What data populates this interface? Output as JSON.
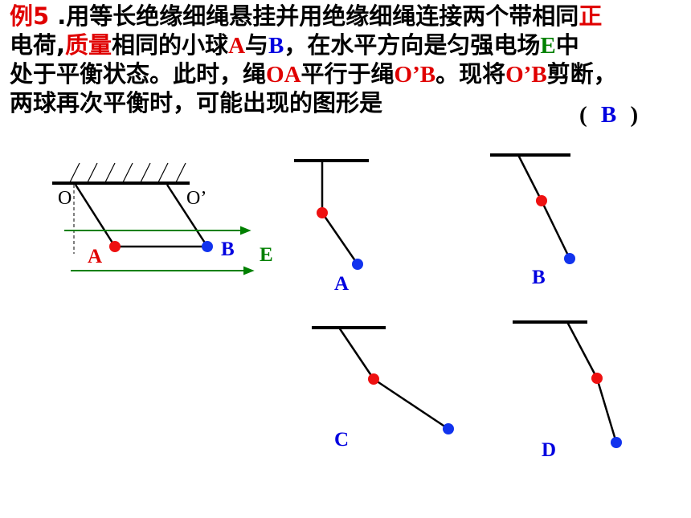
{
  "problem": {
    "line1": [
      {
        "t": "例5",
        "c": "red"
      },
      {
        "t": " .用等长绝缘细绳悬挂并用绝缘细绳连接两个带相同",
        "c": "black"
      },
      {
        "t": "正",
        "c": "red"
      }
    ],
    "line2": [
      {
        "t": "电荷,",
        "c": "black"
      },
      {
        "t": "质量",
        "c": "red"
      },
      {
        "t": "相同的小球",
        "c": "black"
      },
      {
        "t": "A",
        "c": "red"
      },
      {
        "t": "与",
        "c": "black"
      },
      {
        "t": "B",
        "c": "blue"
      },
      {
        "t": "，在水平方向是匀强电场",
        "c": "black"
      },
      {
        "t": "E",
        "c": "green"
      },
      {
        "t": "中",
        "c": "black"
      }
    ],
    "line3": [
      {
        "t": "处于平衡状态。此时，绳",
        "c": "black"
      },
      {
        "t": "OA",
        "c": "red"
      },
      {
        "t": "平行于绳",
        "c": "black"
      },
      {
        "t": "O’B",
        "c": "red"
      },
      {
        "t": "。现将",
        "c": "black"
      },
      {
        "t": "O’B",
        "c": "red"
      },
      {
        "t": "剪断，",
        "c": "black"
      }
    ],
    "line4": [
      {
        "t": "两球再次平衡时，可能出现的图形是",
        "c": "black"
      }
    ]
  },
  "answer": {
    "open": "(",
    "value": "B",
    "close": ")"
  },
  "figure": {
    "label_O": "O",
    "label_O_prime": "O’",
    "label_A": "A",
    "label_B": "B",
    "label_E": "E"
  },
  "options": {
    "a": "A",
    "b": "B",
    "c": "C",
    "d": "D"
  },
  "colors": {
    "red": "#e00000",
    "blue": "#0000e0",
    "green": "#008000",
    "ball_red": "#ee1111",
    "ball_blue": "#1133ee"
  }
}
